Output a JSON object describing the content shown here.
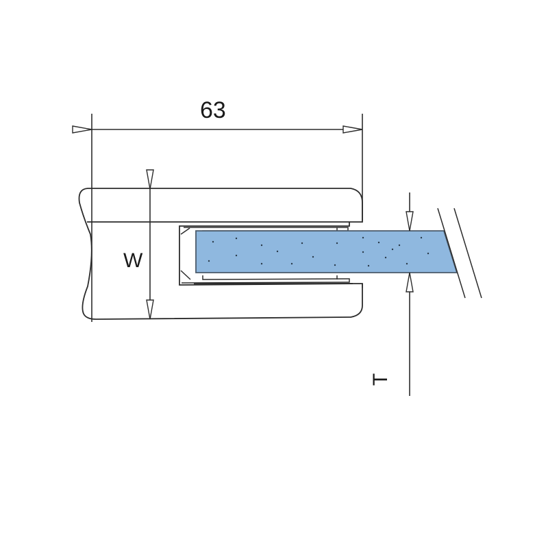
{
  "drawing": {
    "title": "Glass clamp cross-section",
    "dimensions": {
      "length": {
        "label": "63",
        "orientation": "horizontal"
      },
      "width": {
        "label": "W",
        "orientation": "vertical"
      },
      "thickness": {
        "label": "T",
        "orientation": "vertical-rotated"
      }
    },
    "components": [
      "clamp-body",
      "rubber-gasket-inserts",
      "glass-panel",
      "wall-break-lines"
    ],
    "colors": {
      "line": "#2b2b2b",
      "glass_fill": "#8fb8df",
      "glass_stroke": "#4a5a6a",
      "glass_dots": "#2a3a4a",
      "background": "#ffffff"
    }
  }
}
